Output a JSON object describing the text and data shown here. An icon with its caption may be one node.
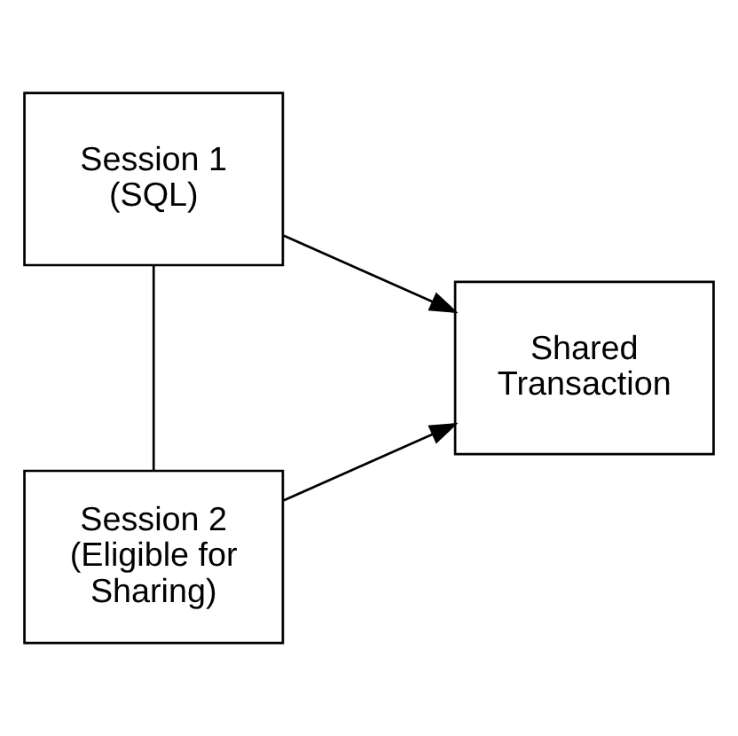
{
  "diagram": {
    "nodes": [
      {
        "text": [
          "Session 1 (SQL)"
        ]
      },
      {
        "text": [
          "Session 2 (Eligible for Sharing)"
        ]
      },
      {
        "text": [
          "Shared Transaction"
        ]
      }
    ],
    "edges": [
      {
        "from": 0,
        "to": 2,
        "arrow": "to"
      },
      {
        "from": 1,
        "to": 2,
        "arrow": "to"
      },
      {
        "from": 0,
        "to": 1,
        "arrow": "none"
      }
    ]
  }
}
